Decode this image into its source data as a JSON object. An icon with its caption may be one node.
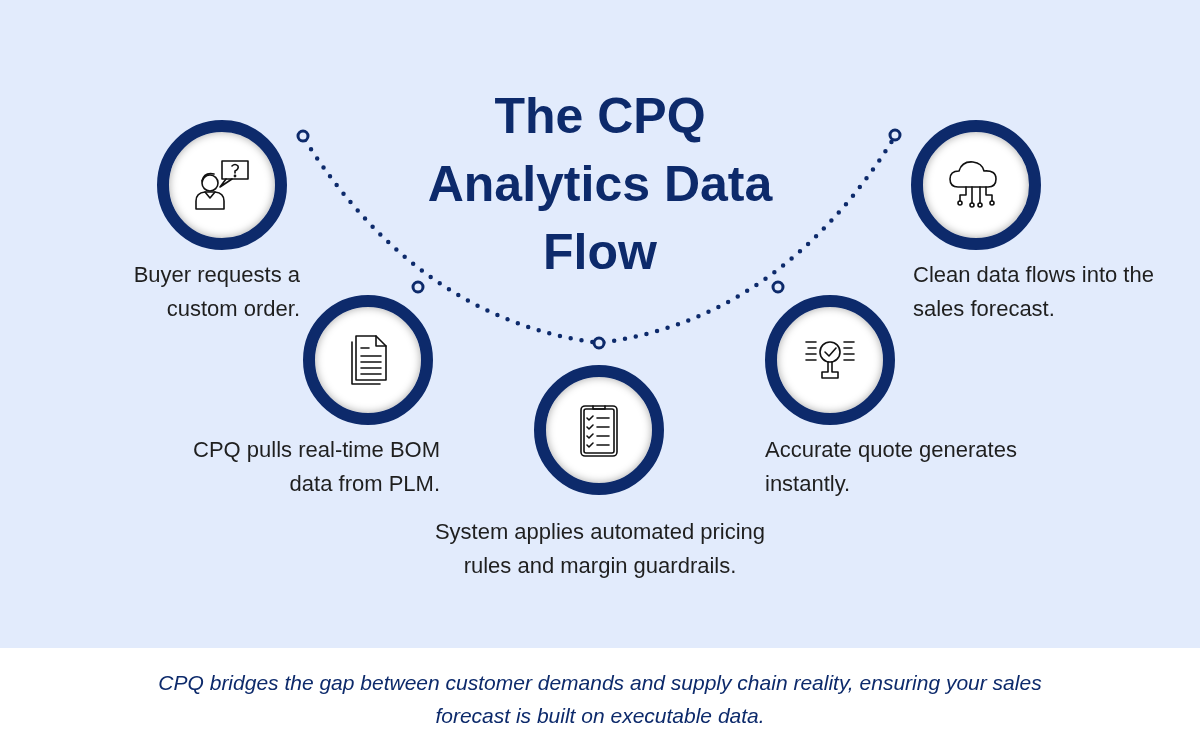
{
  "diagram": {
    "title": "The CPQ Analytics Data Flow",
    "caption": "CPQ bridges the gap between customer demands and supply chain reality, ensuring your sales forecast is built on executable data.",
    "nodes": [
      {
        "text": [
          "Buyer requests a custom order."
        ]
      },
      {
        "text": [
          "CPQ pulls real-time BOM data from PLM."
        ]
      },
      {
        "text": [
          "System applies automated pricing rules and margin guardrails."
        ]
      },
      {
        "text": [
          "Accurate quote generates instantly."
        ]
      },
      {
        "text": [
          "Clean data flows into the sales forecast."
        ]
      }
    ]
  }
}
